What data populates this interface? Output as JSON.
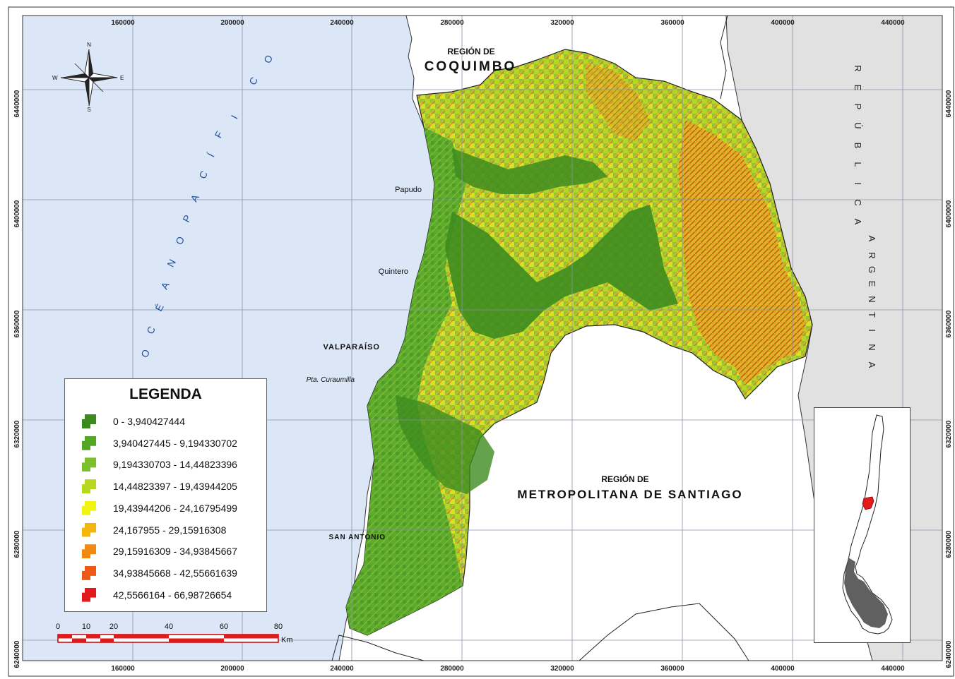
{
  "axes": {
    "x_ticks": [
      "160000",
      "200000",
      "240000",
      "280000",
      "320000",
      "360000",
      "400000",
      "440000"
    ],
    "y_ticks": [
      "6440000",
      "6400000",
      "6360000",
      "6320000",
      "6280000",
      "6240000"
    ]
  },
  "labels": {
    "region_north_prefix": "REGIÓN DE",
    "region_north_name": "COQUIMBO",
    "region_south_prefix": "REGIÓN DE",
    "region_south_name": "METROPOLITANA DE SANTIAGO",
    "ocean_letters": [
      "O",
      "C",
      "É",
      "A",
      "N",
      "O",
      "P",
      "A",
      "C",
      "Í",
      "F",
      "I",
      "C",
      "O"
    ],
    "country_letters": [
      "R",
      "E",
      "P",
      "Ú",
      "B",
      "L",
      "I",
      "C",
      "A",
      "A",
      "R",
      "G",
      "E",
      "N",
      "T",
      "I",
      "N",
      "A"
    ],
    "cities": {
      "papudo": "Papudo",
      "quintero": "Quintero",
      "valparaiso": "VALPARAÍSO",
      "curaumilla": "Pta. Curaumilla",
      "san_antonio": "SAN ANTONIO"
    }
  },
  "compass": {
    "n": "N",
    "s": "S",
    "e": "E",
    "w": "W"
  },
  "legend": {
    "title": "LEGENDA",
    "items": [
      {
        "label": "0 - 3,940427444",
        "color": "#3a8a1e"
      },
      {
        "label": "3,940427445 - 9,194330702",
        "color": "#52a825"
      },
      {
        "label": "9,194330703 - 14,44823396",
        "color": "#7cc02a"
      },
      {
        "label": "14,44823397 - 19,43944205",
        "color": "#b6d91f"
      },
      {
        "label": "19,43944206 - 24,16795499",
        "color": "#f3f310"
      },
      {
        "label": "24,167955 - 29,15916308",
        "color": "#f5b60a"
      },
      {
        "label": "29,15916309 - 34,93845667",
        "color": "#f28a12"
      },
      {
        "label": "34,93845668 - 42,55661639",
        "color": "#ee5a16"
      },
      {
        "label": "42,5566164 - 66,98726654",
        "color": "#e31a1c"
      }
    ]
  },
  "scalebar": {
    "ticks": [
      "0",
      "10",
      "20",
      "40",
      "60",
      "80"
    ],
    "unit": "Km"
  },
  "colors": {
    "ocean": "#dbe6f7",
    "argentina": "#e1e1e1",
    "land": "#ffffff"
  }
}
